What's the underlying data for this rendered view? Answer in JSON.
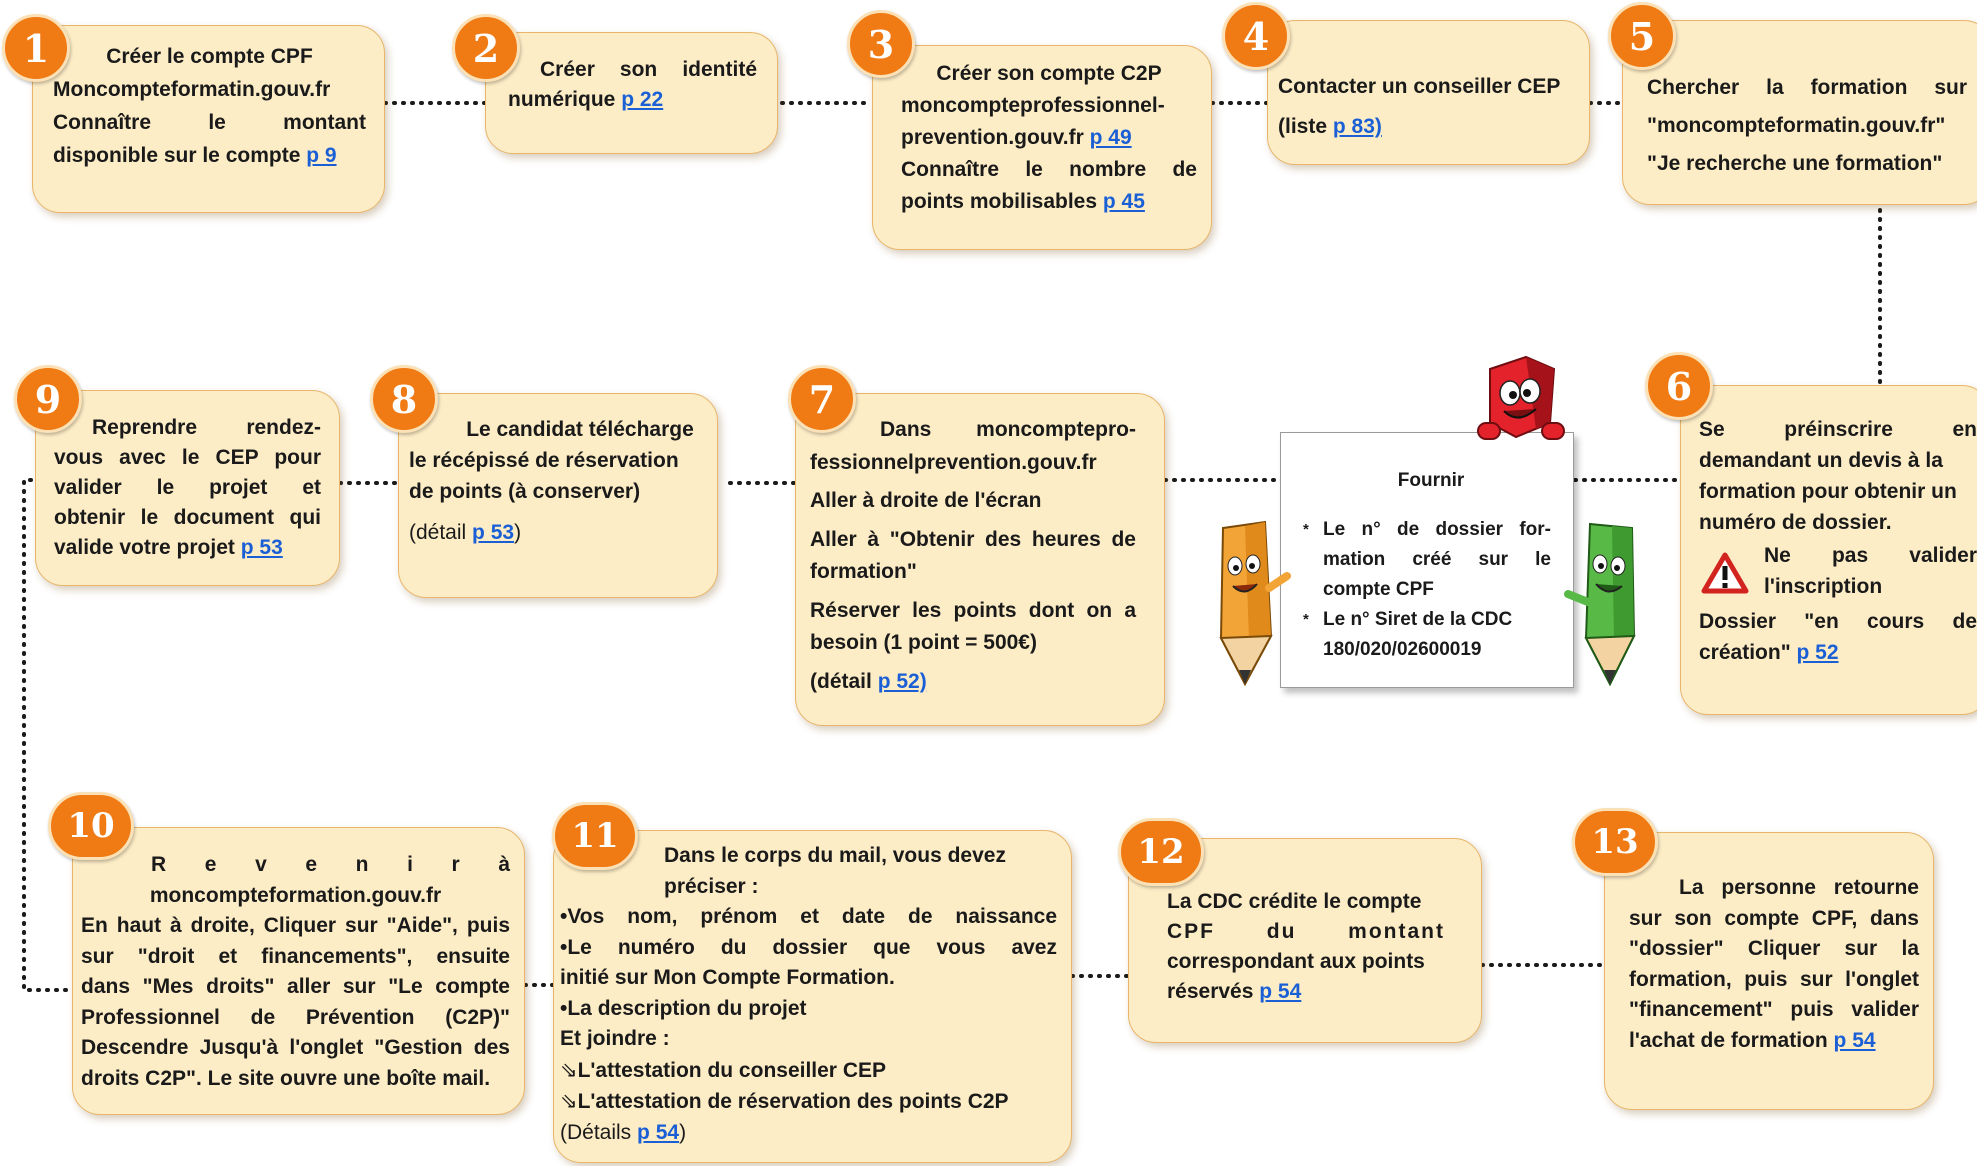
{
  "steps": [
    {
      "num": "1",
      "lines": [
        "Créer le compte CPF",
        "Moncompteformatin.gouv.fr",
        "Connaître le montant",
        "disponible sur le compte "
      ],
      "link": "p 9"
    },
    {
      "num": "2",
      "lines": [
        "Créer son identité",
        "numérique "
      ],
      "link": "p 22"
    },
    {
      "num": "3",
      "lines": [
        "Créer son compte C2P",
        "moncompteprofessionnel-",
        "prevention.gouv.fr ",
        "Connaître le nombre de",
        "points mobilisables "
      ],
      "links": [
        "p 49",
        "p 45"
      ]
    },
    {
      "num": "4",
      "lines": [
        "Contacter un conseiller CEP",
        "(liste "
      ],
      "link": "p 83)"
    },
    {
      "num": "5",
      "lines": [
        "Chercher la formation sur",
        "\"moncompteformatin.gouv.fr\"",
        "\"Je recherche une formation\""
      ]
    },
    {
      "num": "6",
      "lines": [
        "Se préinscrire en",
        "demandant un devis à la",
        "formation pour obtenir un",
        "numéro de dossier.",
        "Ne pas valider",
        "l'inscription",
        "Dossier \"en cours de",
        "création\" "
      ],
      "link": "p 52"
    },
    {
      "num": "7",
      "lines": [
        "Dans moncomptepro-",
        "fessionnelprevention.gouv.fr",
        "Aller à droite de l'écran",
        "Aller à \"Obtenir des heures de",
        "formation\"",
        "Réserver les points dont on a",
        "besoin (1 point = 500€)",
        "(détail "
      ],
      "link": "p 52)"
    },
    {
      "num": "8",
      "lines": [
        "Le candidat télécharge",
        "le récépissé de réservation",
        "de points (à conserver)",
        "(détail ",
        ")"
      ],
      "link": "p 53"
    },
    {
      "num": "9",
      "lines": [
        "Reprendre rendez-",
        "vous avec le CEP pour",
        "valider le projet et",
        "obtenir le document qui",
        "valide votre projet "
      ],
      "link": "p 53"
    },
    {
      "num": "10",
      "lines": [
        "R e v e n i r à",
        "moncompteformation.gouv.fr",
        "En haut à droite, Cliquer sur \"Aide\", puis",
        "sur \"droit et financements\", ensuite",
        "dans \"Mes droits\" aller sur \"Le compte",
        "Professionnel de Prévention (C2P)\"",
        "Descendre Jusqu'à l'onglet \"Gestion des",
        "droits C2P\". Le site ouvre une boîte mail."
      ]
    },
    {
      "num": "11",
      "lines": [
        "Dans le corps du mail, vous devez",
        "préciser :",
        "•Vos nom, prénom et date de naissance",
        "•Le numéro du dossier que vous avez",
        "initié sur Mon Compte Formation.",
        "•La description du projet",
        "Et joindre :",
        "L'attestation du conseiller CEP",
        "L'attestation de réservation des points C2P",
        "(Détails ",
        ")"
      ],
      "link": "p 54",
      "arrow": "⇘"
    },
    {
      "num": "12",
      "lines": [
        "La CDC crédite le compte",
        "CPF du montant",
        "correspondant aux points",
        "réservés "
      ],
      "link": "p 54"
    },
    {
      "num": "13",
      "lines": [
        "La personne retourne",
        "sur son compte CPF, dans",
        "\"dossier\" Cliquer sur la",
        "formation, puis sur l'onglet",
        "\"financement\" puis valider",
        "l'achat de formation "
      ],
      "link": "p 54"
    }
  ],
  "note": {
    "title": "Fournir",
    "items": [
      "Le n° de dossier for-mation créé sur le compte CPF",
      "Le n° Siret de la CDC 180/020/02600019"
    ]
  },
  "colors": {
    "badge": "#f07a14",
    "box": "#fdedc6",
    "border": "#e8b56a",
    "link": "#1a5fd6"
  }
}
